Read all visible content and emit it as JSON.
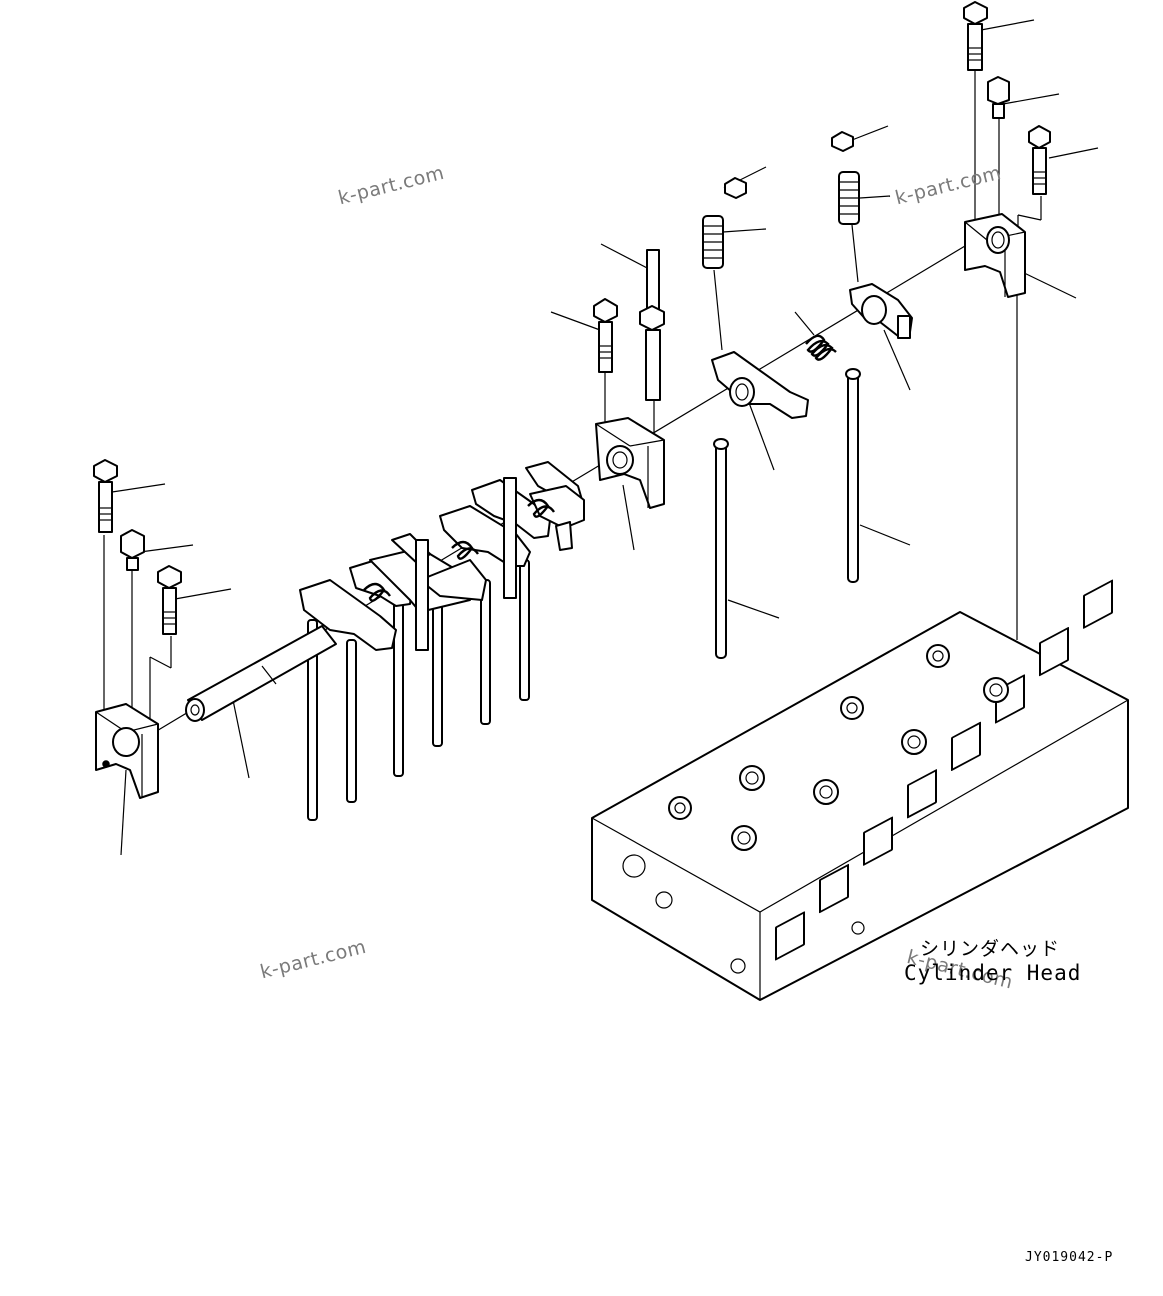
{
  "labels": {
    "cylinder_head_jp": "シリンダヘッド",
    "cylinder_head_en": "Cylinder Head",
    "drawing_number": "JY019042-P"
  },
  "watermarks": [
    "k-part.com",
    "k-part.com",
    "k-part.com",
    "k-part.com"
  ]
}
